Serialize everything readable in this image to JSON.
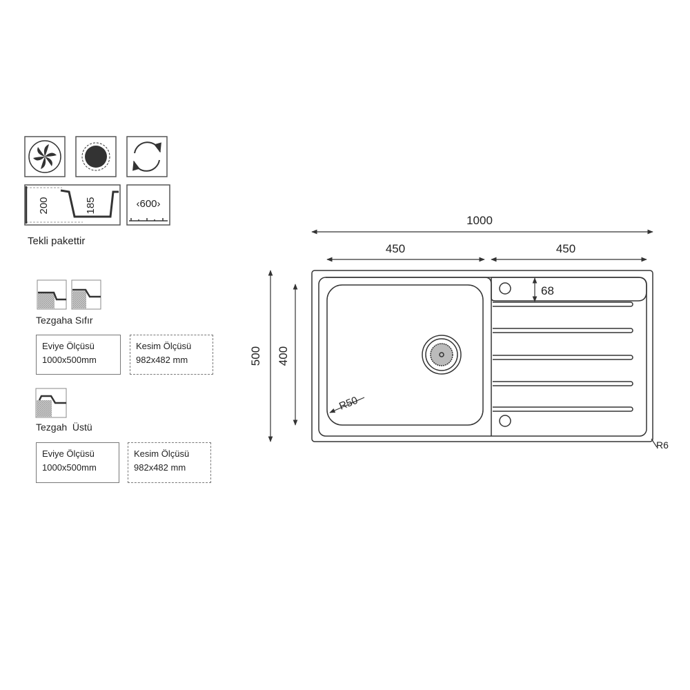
{
  "features": {
    "icons": [
      "fan-drying-icon",
      "round-bowl-icon",
      "reversible-icon"
    ],
    "depth_label": "200",
    "bowl_depth_label": "185",
    "cabinet_label": "600",
    "package_note": "Tekli pakettir"
  },
  "flush_mount": {
    "title": "Tezgaha Sıfır",
    "sink_size_label": "Eviye Ölçüsü",
    "sink_size_value": "1000x500mm",
    "cut_size_label": "Kesim Ölçüsü",
    "cut_size_value": "982x482 mm"
  },
  "top_mount": {
    "title": "Tezgah  Üstü",
    "sink_size_label": "Eviye Ölçüsü",
    "sink_size_value": "1000x500mm",
    "cut_size_label": "Kesim Ölçüsü",
    "cut_size_value": "982x482 mm"
  },
  "drawing": {
    "total_width": "1000",
    "bowl_width": "450",
    "drainer_width": "450",
    "total_depth": "500",
    "bowl_depth": "400",
    "hole_offset": "68",
    "bowl_radius": "R50",
    "corner_radius": "R6",
    "line_color": "#333333"
  }
}
